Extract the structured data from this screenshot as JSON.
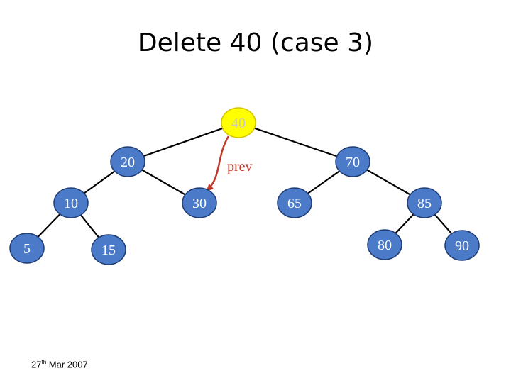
{
  "title": "Delete 40 (case 3)",
  "footer": {
    "day": "27",
    "ordinal": "th",
    "rest": "Mar 2007"
  },
  "colors": {
    "node_fill": "#4a7ac8",
    "node_stroke": "#1f3b73",
    "node_text": "#ffffff",
    "highlight_fill": "#ffff00",
    "highlight_text": "#c8c8c8",
    "edge": "#000000",
    "arrow": "#c0392b"
  },
  "tree": {
    "nodes": [
      {
        "id": "n40",
        "label": "40",
        "highlight": true
      },
      {
        "id": "n20",
        "label": "20"
      },
      {
        "id": "n70",
        "label": "70"
      },
      {
        "id": "n10",
        "label": "10"
      },
      {
        "id": "n30",
        "label": "30"
      },
      {
        "id": "n65",
        "label": "65"
      },
      {
        "id": "n85",
        "label": "85"
      },
      {
        "id": "n5",
        "label": "5"
      },
      {
        "id": "n15",
        "label": "15"
      },
      {
        "id": "n80",
        "label": "80"
      },
      {
        "id": "n90",
        "label": "90"
      }
    ],
    "edges": [
      [
        "n40",
        "n20"
      ],
      [
        "n40",
        "n70"
      ],
      [
        "n20",
        "n10"
      ],
      [
        "n20",
        "n30"
      ],
      [
        "n70",
        "n65"
      ],
      [
        "n70",
        "n85"
      ],
      [
        "n10",
        "n5"
      ],
      [
        "n10",
        "n15"
      ],
      [
        "n85",
        "n80"
      ],
      [
        "n85",
        "n90"
      ]
    ],
    "pointer": {
      "label": "prev",
      "from": "n40",
      "to": "n30"
    }
  }
}
